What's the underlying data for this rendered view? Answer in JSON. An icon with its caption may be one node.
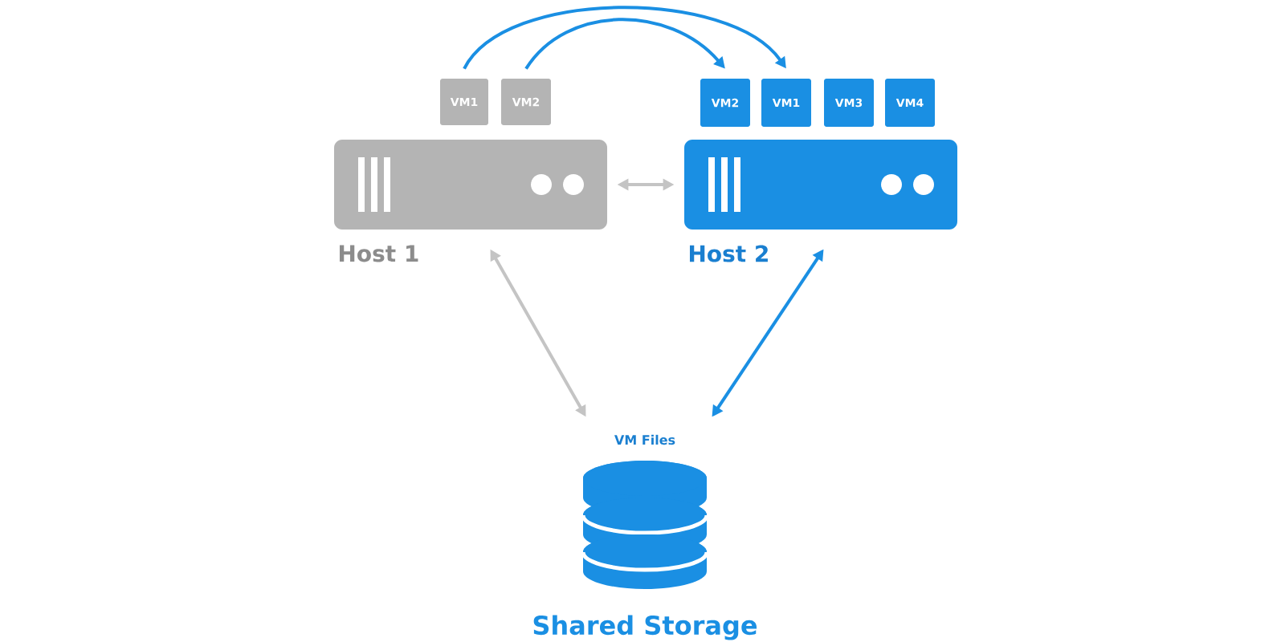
{
  "diagram": {
    "nodes": [
      {
        "text": [
          "VM1"
        ]
      },
      {
        "text": [
          "VM2"
        ]
      },
      {
        "text": [
          "Host 1"
        ]
      },
      {
        "text": [
          "VM2"
        ]
      },
      {
        "text": [
          "VM1"
        ]
      },
      {
        "text": [
          "VM3"
        ]
      },
      {
        "text": [
          "VM4"
        ]
      },
      {
        "text": [
          "Host 2"
        ]
      },
      {
        "text": [
          "VM Files",
          "Shared Storage"
        ]
      }
    ],
    "edges": [
      {
        "from": 0,
        "to": 4,
        "arrow": "to",
        "color": "#1a8fe3"
      },
      {
        "from": 1,
        "to": 3,
        "arrow": "to",
        "color": "#1a8fe3"
      },
      {
        "from": 2,
        "to": 7,
        "arrow": "both",
        "color": "#c4c4c4"
      },
      {
        "from": 2,
        "to": 8,
        "arrow": "both",
        "color": "#c4c4c4"
      },
      {
        "from": 7,
        "to": 8,
        "arrow": "both",
        "color": "#1a8fe3"
      }
    ]
  }
}
